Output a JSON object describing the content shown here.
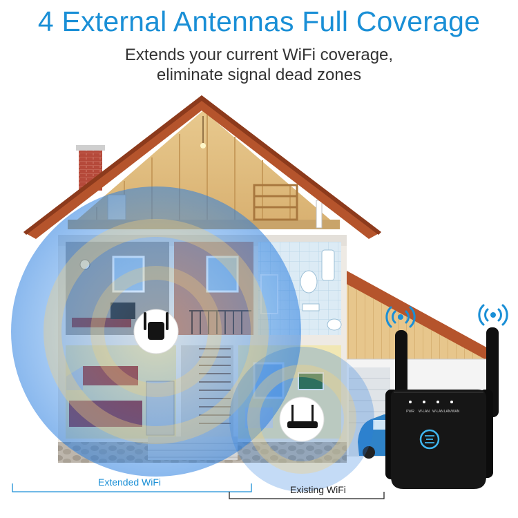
{
  "headline": "4 External Antennas Full Coverage",
  "subline": [
    "Extends your current WiFi coverage,",
    "eliminate signal dead zones"
  ],
  "legend": {
    "extended_label": "Extended WiFi",
    "existing_label": "Existing WiFi"
  },
  "device": {
    "led_labels": [
      "PWR",
      "W-LAN",
      "W-LAN",
      "LAN/WAN"
    ]
  },
  "colors": {
    "accent": "#1a8fd6",
    "coverage": "#3f8fe6",
    "roof": "#b5542c",
    "device_body": "#141414",
    "device_ring": "#3fb6f0"
  }
}
